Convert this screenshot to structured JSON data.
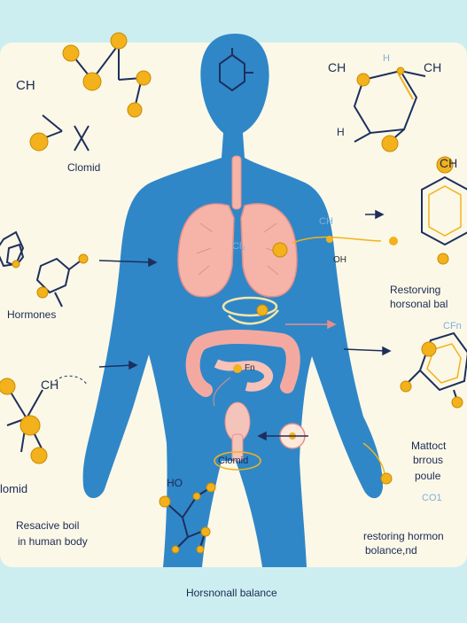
{
  "colors": {
    "body": "#2f87c8",
    "panel": "#fbf8e8",
    "bg": "#cdeef0",
    "atom": "#f3b21b",
    "bond": "#1e2f5c",
    "lung": "#f6b3a8",
    "gut": "#f4a9a0"
  },
  "labels": {
    "ch_top_left": "CH",
    "clomid_top": "Clomid",
    "hormones": "Hormones",
    "ch2_left": "CH",
    "clomid_left": "lomid",
    "reactive": "Resacive boil",
    "in_body": "in human body",
    "ch_top_right_1": "CH",
    "h_top_right": "H",
    "ch2_top_right": "CH",
    "h2_right": "H",
    "ch_right": "CH",
    "restoring_1": "Restorving",
    "restoring_2": "horsonal bal",
    "c_fn_right": "CFn",
    "metoct": "Mattoct",
    "brrous": "brrous",
    "poule": "poule",
    "co1": "CO1",
    "restoring_bottom_1": "restoring hormon",
    "restoring_bottom_2": "bolance,nd",
    "lung_ch": "Cl₂",
    "lung_side_1": "CH",
    "lung_side_2": "OH",
    "gut_fn": "Fn",
    "clomid_center": "Clomid",
    "ho": "HO",
    "footer": "Horsnonall balance"
  }
}
